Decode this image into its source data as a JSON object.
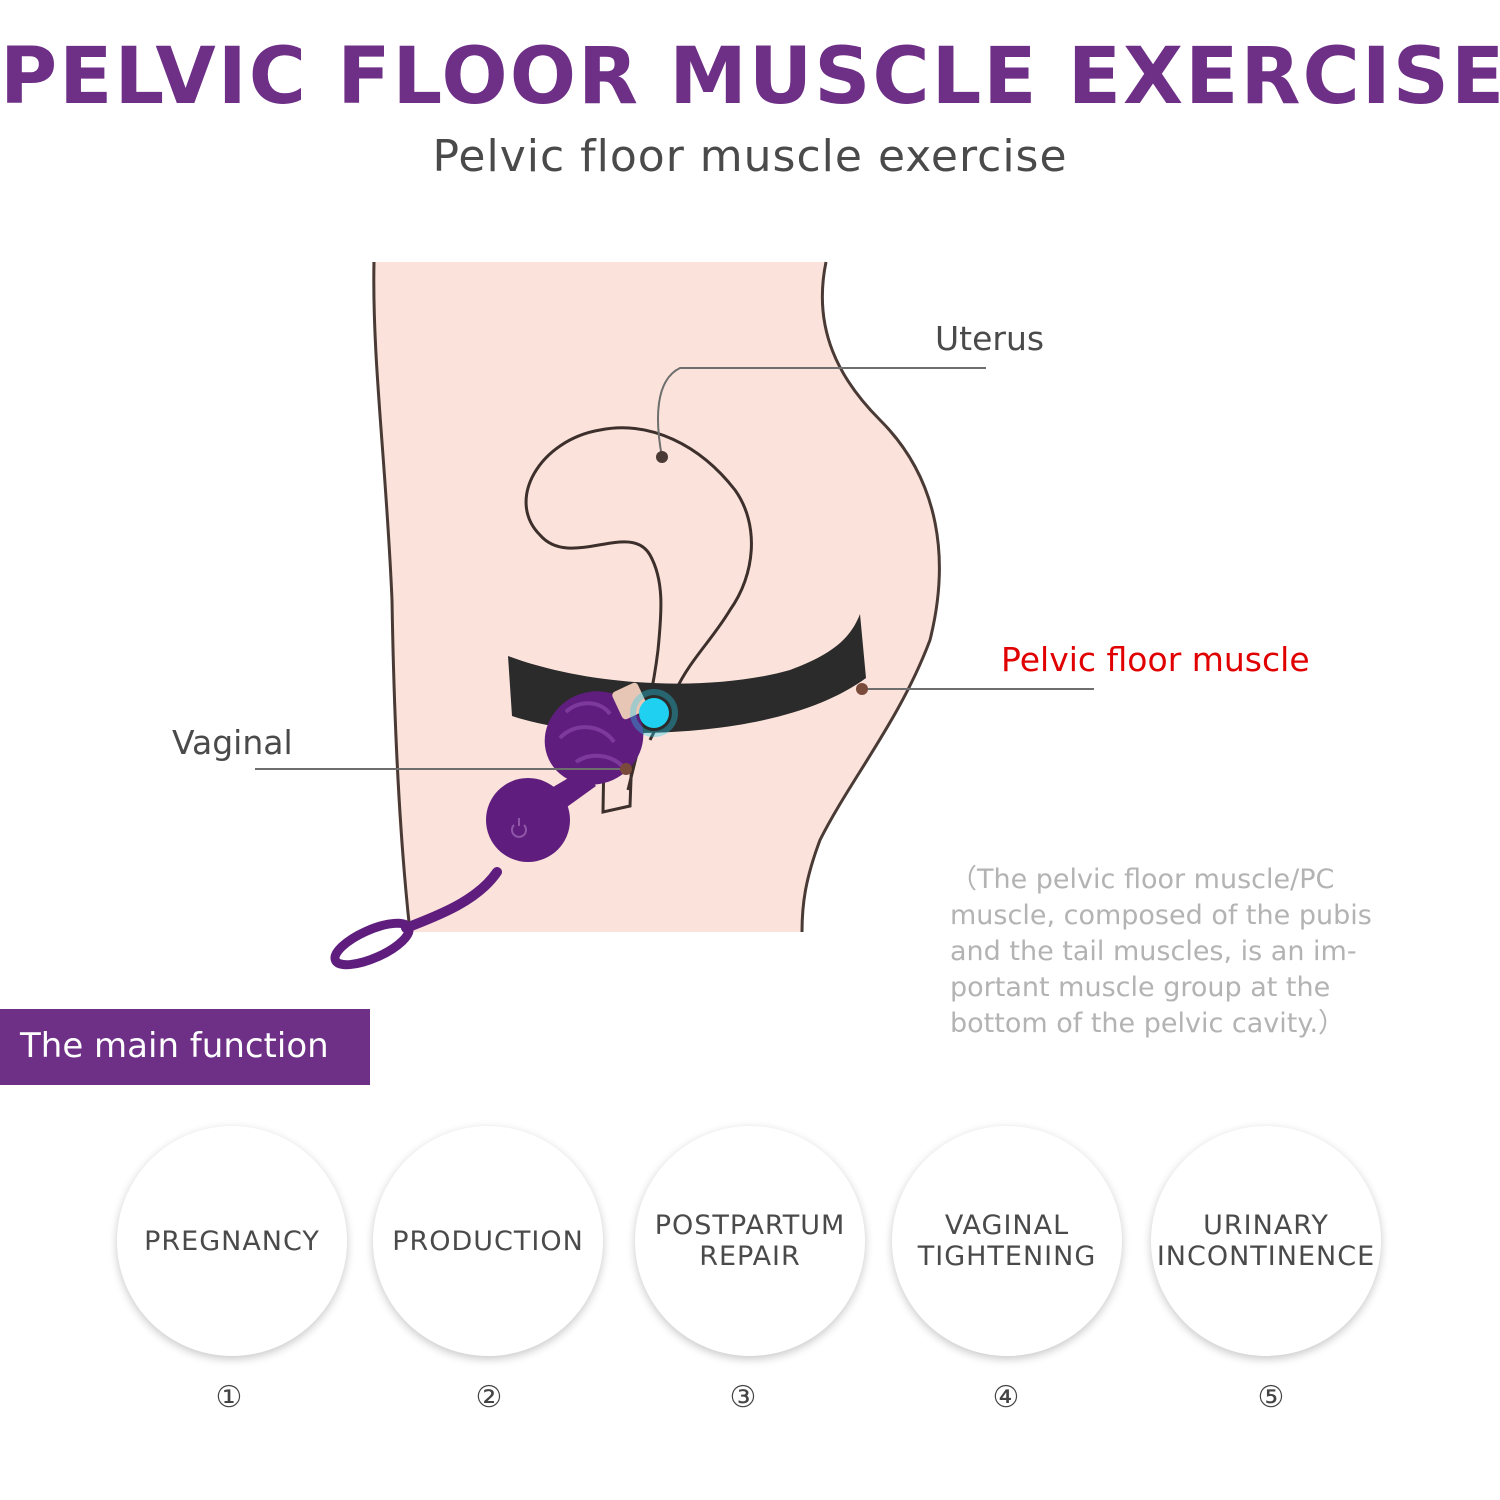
{
  "header": {
    "title": "PELVIC FLOOR MUSCLE EXERCISE",
    "subtitle": "Pelvic floor muscle exercise"
  },
  "diagram": {
    "labels": {
      "uterus": "Uterus",
      "pelvic_floor_muscle": "Pelvic floor muscle",
      "vaginal": "Vaginal"
    },
    "note_lines": [
      "（The pelvic floor muscle/PC",
      "muscle, composed of the pubis",
      "and the tail muscles, is an im-",
      "portant muscle group at the",
      "bottom of the pelvic cavity.）"
    ]
  },
  "functions": {
    "heading": "The main function",
    "items": [
      {
        "label": "PREGNANCY",
        "number": "①"
      },
      {
        "label": "PRODUCTION",
        "number": "②"
      },
      {
        "label": "POSTPARTUM\nREPAIR",
        "number": "③"
      },
      {
        "label": "VAGINAL\nTIGHTENING",
        "number": "④"
      },
      {
        "label": "URINARY\nINCONTINENCE",
        "number": "⑤"
      }
    ]
  },
  "colors": {
    "brand_purple": "#6e2f86",
    "skin": "#fbe3db",
    "muscle": "#2b2b2b",
    "highlight_red": "#e10000",
    "device_purple": "#5f1e7e",
    "indicator_cyan": "#1fd0f0"
  }
}
